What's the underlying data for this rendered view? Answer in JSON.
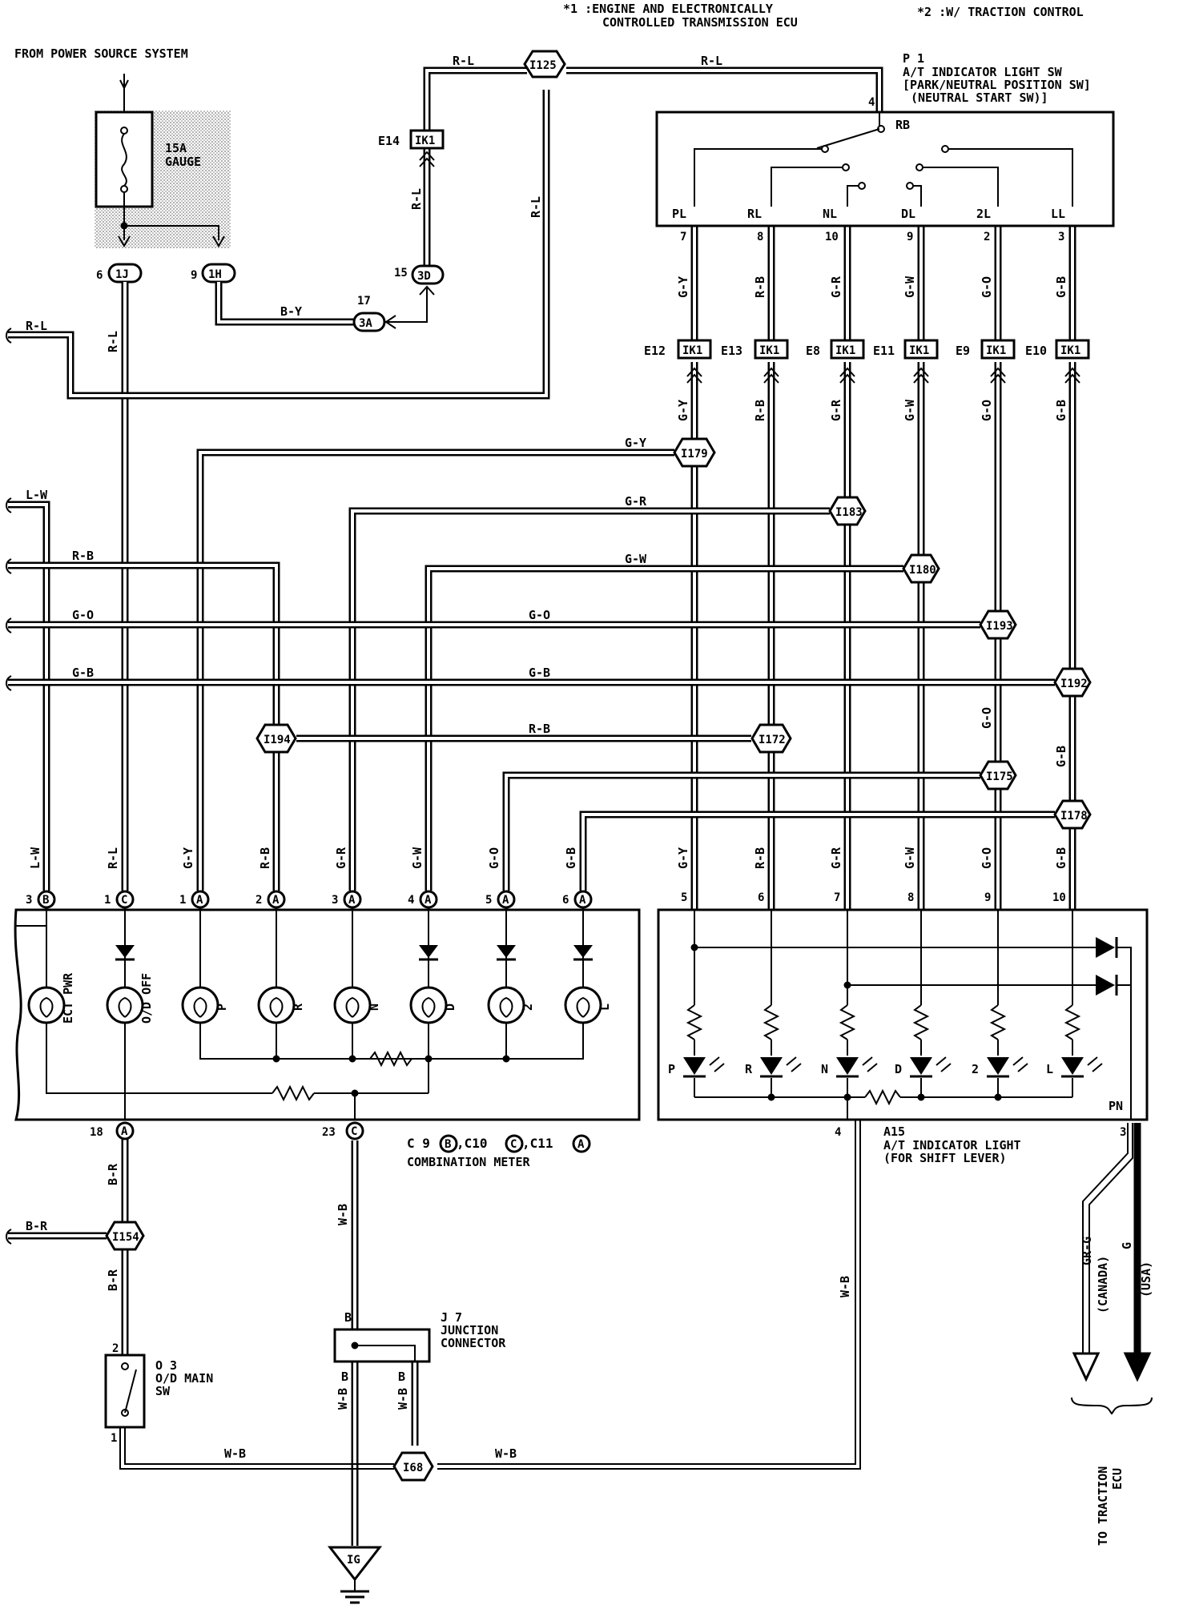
{
  "header": {
    "note1_line1": "*1 :ENGINE AND ELECTRONICALLY",
    "note1_line2": "CONTROLLED TRANSMISSION ECU",
    "note2": "*2 :W/ TRACTION CONTROL",
    "power_source": "FROM POWER SOURCE SYSTEM"
  },
  "fuse": {
    "rating": "15A",
    "name": "GAUGE",
    "pin_1j_num": "6",
    "pin_1j": "1J",
    "pin_1h_num": "9",
    "pin_1h": "1H"
  },
  "connectors": {
    "e14": "E14",
    "ik1": "IK1",
    "p15": "15",
    "c3d": "3D",
    "p17": "17",
    "c3a": "3A",
    "e12": "E12",
    "e13": "E13",
    "e8": "E8",
    "e11": "E11",
    "e9": "E9",
    "e10": "E10"
  },
  "switch_p1": {
    "id": "P 1",
    "line1": "A/T INDICATOR LIGHT SW",
    "line2": "[PARK/NEUTRAL POSITION SW]",
    "line3": "(NEUTRAL START SW)]",
    "pin4": "4",
    "rb": "RB",
    "terminals": [
      "PL",
      "RL",
      "NL",
      "DL",
      "2L",
      "LL"
    ],
    "pins": [
      "7",
      "8",
      "10",
      "9",
      "2",
      "3"
    ]
  },
  "splices": {
    "i125": "I125",
    "i179": "I179",
    "i183": "I183",
    "i180": "I180",
    "i193": "I193",
    "i192": "I192",
    "i194": "I194",
    "i172": "I172",
    "i175": "I175",
    "i178": "I178",
    "i154": "I154",
    "i68": "I68"
  },
  "wires": {
    "rl": "R-L",
    "by": "B-Y",
    "gy": "G-Y",
    "gr": "G-R",
    "gw": "G-W",
    "go": "G-O",
    "gb": "G-B",
    "rb": "R-B",
    "lw": "L-W",
    "br": "B-R",
    "wb": "W-B",
    "grg": "GR-G",
    "g": "G",
    "b": "B"
  },
  "meter": {
    "pins": [
      {
        "num": "3",
        "conn": "B"
      },
      {
        "num": "1",
        "conn": "C"
      },
      {
        "num": "1",
        "conn": "A"
      },
      {
        "num": "2",
        "conn": "A"
      },
      {
        "num": "3",
        "conn": "A"
      },
      {
        "num": "4",
        "conn": "A"
      },
      {
        "num": "5",
        "conn": "A"
      },
      {
        "num": "6",
        "conn": "A"
      }
    ],
    "lamps": [
      "ECT PWR",
      "O/D OFF",
      "P",
      "R",
      "N",
      "D",
      "2",
      "L"
    ],
    "pin18": "18",
    "conn18": "A",
    "pin23": "23",
    "conn23": "C",
    "caption_c9": "C 9",
    "caption_b": "B",
    "caption_c10": ",C10",
    "caption_c": "C",
    "caption_c11": ",C11",
    "caption_a": "A",
    "name": "COMBINATION METER"
  },
  "indicator_a15": {
    "pins": [
      "5",
      "6",
      "7",
      "8",
      "9",
      "10"
    ],
    "leds": [
      "P",
      "R",
      "N",
      "D",
      "2",
      "L"
    ],
    "pn": "PN",
    "pin4": "4",
    "pin3": "3",
    "id": "A15",
    "line1": "A/T INDICATOR LIGHT",
    "line2": "(FOR SHIFT LEVER)"
  },
  "traction": {
    "canada": "(CANADA)",
    "usa": "(USA)",
    "to": "TO TRACTION",
    "ecu": "ECU"
  },
  "junction": {
    "id": "J 7",
    "line1": "JUNCTION",
    "line2": "CONNECTOR"
  },
  "od_switch": {
    "id": "O 3",
    "line1": "O/D MAIN",
    "line2": "SW",
    "pin2": "2",
    "pin1": "1"
  },
  "ground": "IG"
}
